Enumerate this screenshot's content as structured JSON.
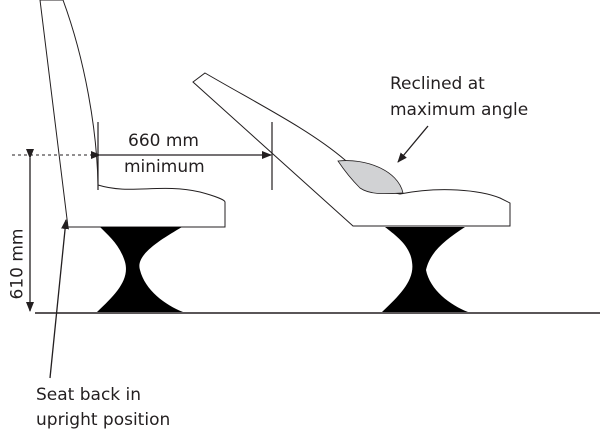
{
  "dimensions": {
    "spacing": "660 mm",
    "spacing_qualifier": "minimum",
    "height": "610 mm"
  },
  "annotations": {
    "reclined_line1": "Reclined at",
    "reclined_line2": "maximum angle",
    "upright_line1": "Seat back in",
    "upright_line2": "upright position"
  },
  "colors": {
    "stroke": "#231f20",
    "cushion": "#d1d2d4"
  }
}
